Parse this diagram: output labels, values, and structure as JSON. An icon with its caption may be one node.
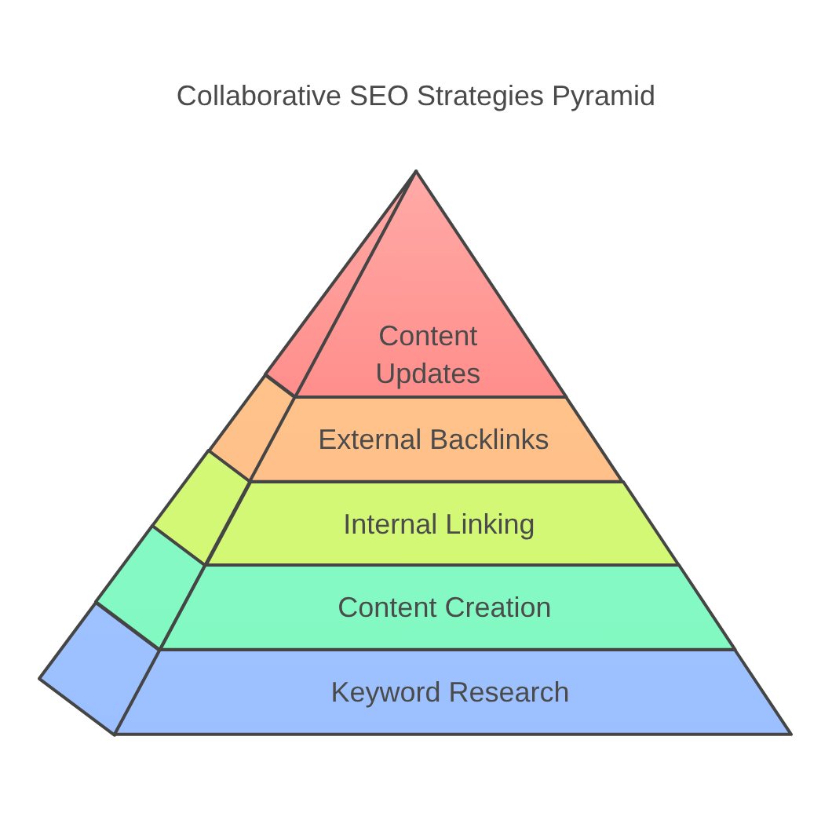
{
  "diagram": {
    "title": "Collaborative SEO Strategies Pyramid",
    "nodes": [
      {
        "text": [
          "Content Updates"
        ]
      },
      {
        "text": [
          "External Backlinks"
        ]
      },
      {
        "text": [
          "Internal Linking"
        ]
      },
      {
        "text": [
          "Content Creation"
        ]
      },
      {
        "text": [
          "Keyword Research"
        ]
      },
      {
        "text": [],
        "shape": "triangle"
      },
      {
        "text": [],
        "shape": "box"
      },
      {
        "text": [],
        "shape": "box"
      },
      {
        "text": [],
        "shape": "box"
      },
      {
        "text": [],
        "shape": "box"
      }
    ]
  }
}
